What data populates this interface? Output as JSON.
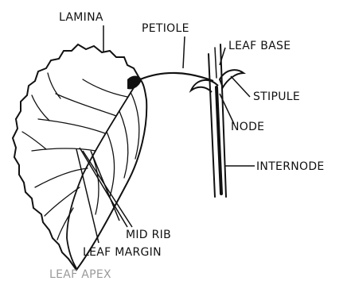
{
  "labels": {
    "lamina": "LAMINA",
    "petiole": "PETIOLE",
    "leaf_base": "LEAF BASE",
    "stipule": "STIPULE",
    "node": "NODE",
    "internode": "INTERNODE",
    "mid_rib": "MID RIB",
    "leaf_margin": "LEAF MARGIN",
    "leaf_apex": "LEAF APEX"
  },
  "colors": {
    "ink": "#111111",
    "background": "#ffffff",
    "faint_label": "#9a9a9a"
  }
}
